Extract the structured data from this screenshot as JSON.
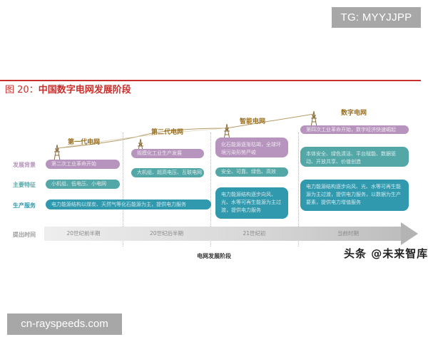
{
  "overlays": {
    "tg_badge": "TG: MYYJJPP",
    "site_badge": "cn-rayspeeds.com",
    "watermark": "头条 @未来智库"
  },
  "figure": {
    "title_prefix": "图 20：",
    "title": "中国数字电网发展阶段",
    "caption": "电网发展阶段",
    "accent_color": "#c9302c"
  },
  "row_labels": {
    "background": "发展背景",
    "features": "主要特征",
    "service": "生产服务",
    "time": "提出时间"
  },
  "row_colors": {
    "background": "#b794bd",
    "features": "#53a7a7",
    "service": "#3199ae"
  },
  "stages": [
    {
      "name": "第一代电网",
      "background": "第二次工业革命开始",
      "features": "小机组、低电压、小电网",
      "service": "电力能源结构以煤炭、天然气等化石能源为主，提供电力服务",
      "time": "20世纪前半期"
    },
    {
      "name": "第二代电网",
      "background": "规模化工业生产发展",
      "features": "大机组、超高电压、互联电网",
      "service": "",
      "time": "20世纪后半期"
    },
    {
      "name": "智能电网",
      "background": "化石能源逐渐枯竭，全球环境污染形势严峻",
      "features": "安全、可靠、绿色、高效",
      "service": "电力能源结构逐步向风、光、水等可再生能源为主过渡，提供电力服务",
      "time": "21世纪初"
    },
    {
      "name": "数字电网",
      "background": "第四次工业革命开始，数字经济快速崛起",
      "features": "本体安全、绿色清洁、平台赋能、数据驱动、开放共享、价值创造",
      "service": "电力能源结构逐步向风、光、水等可再生能源为主过渡，提供电力服务，以数据为生产要素，提供电力增值服务",
      "time": "当前时期"
    }
  ],
  "icons": {
    "tower": "transmission-tower-icon"
  }
}
